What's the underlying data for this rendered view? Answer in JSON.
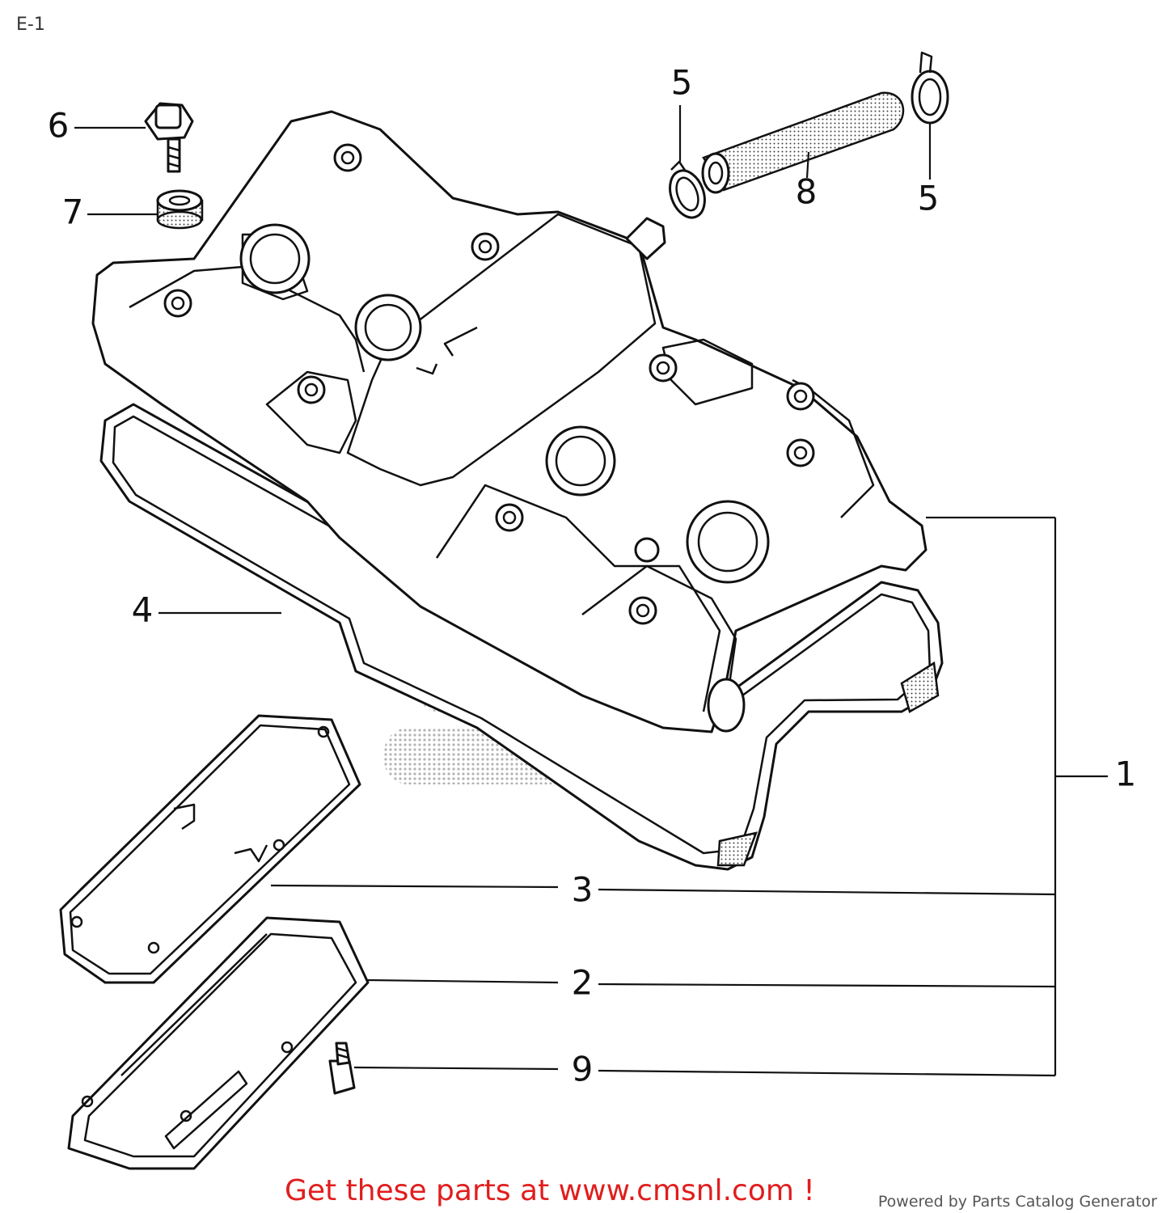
{
  "page_code": "E-1",
  "callouts": {
    "c1": "1",
    "c2": "2",
    "c3": "3",
    "c4": "4",
    "c5a": "5",
    "c5b": "5",
    "c6": "6",
    "c7": "7",
    "c8": "8",
    "c9": "9"
  },
  "footer": {
    "cta": "Get these parts at www.cmsnl.com !",
    "powered_by": "Powered by Parts Catalog Generator"
  },
  "colors": {
    "cta": "#e11d1d",
    "line": "#111111"
  }
}
